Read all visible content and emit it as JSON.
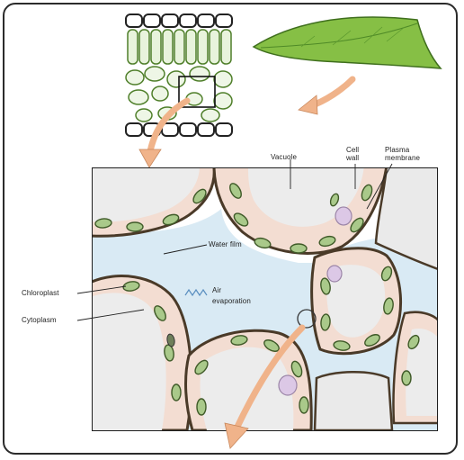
{
  "labels": {
    "vacuole": "Vacuole",
    "cell_wall_1": "Cell",
    "cell_wall_2": "wall",
    "plasma_membrane_1": "Plasma",
    "plasma_membrane_2": "membrane",
    "water_film": "Water film",
    "chloroplast": "Chloroplast",
    "cytoplasm": "Cytoplasm",
    "air_1": "Air",
    "air_2": "evaporation"
  },
  "colors": {
    "leaf_green": "#7fb93d",
    "chloroplast_fill": "#a9c98a",
    "cytoplasm": "#f3ddd2",
    "vacuole": "#ececec",
    "water_film": "#a9cfe6",
    "cell_wall": "#5a4630",
    "nucleus": "#dcc8e6",
    "arrow": "#f0b38a"
  }
}
